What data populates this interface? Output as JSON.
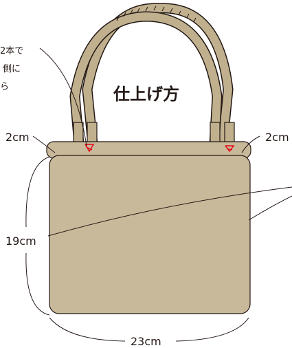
{
  "diagram": {
    "title": "仕上げ方",
    "note_lines": [
      "2本で",
      "側に",
      "ら"
    ],
    "measurements": {
      "top_left_tab": "2cm",
      "top_right_tab": "2cm",
      "height": "19cm",
      "width": "23cm"
    }
  },
  "colors": {
    "bag_fill": "#c8b99a",
    "handle_fill": "#c0b08e",
    "outline": "#231815",
    "stitch_mark": "#e60012"
  }
}
